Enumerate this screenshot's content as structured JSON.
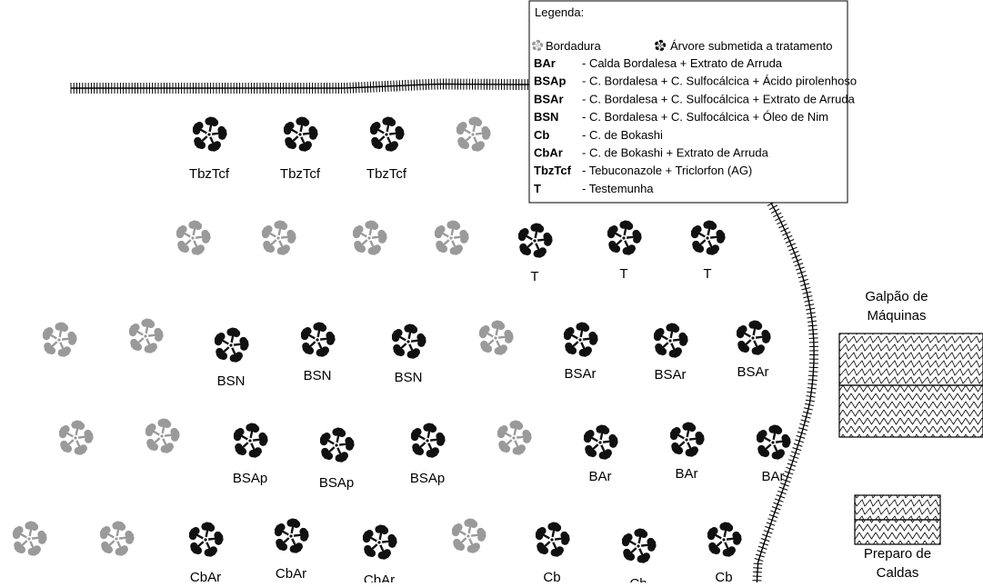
{
  "colors": {
    "treated_tree": "#111111",
    "border_tree": "#9a9a9a",
    "line": "#000000"
  },
  "legend": {
    "title": "Legenda:",
    "border_label": "Bordadura",
    "treated_label": "Árvore submetida a tratamento",
    "entries": [
      {
        "code": "BAr",
        "desc": "- Calda Bordalesa + Extrato de Arruda"
      },
      {
        "code": "BSAp",
        "desc": "- C. Bordalesa + C. Sulfocálcica + Ácido pirolenhoso"
      },
      {
        "code": "BSAr",
        "desc": "- C. Bordalesa + C. Sulfocálcica + Extrato de Arruda"
      },
      {
        "code": "BSN",
        "desc": "- C. Bordalesa + C. Sulfocálcica + Óleo de Nim"
      },
      {
        "code": "Cb",
        "desc": "- C. de Bokashi"
      },
      {
        "code": "CbAr",
        "desc": "- C. de Bokashi + Extrato de Arruda"
      },
      {
        "code": "TbzTcf",
        "desc": "- Tebuconazole + Triclorfon (AG)"
      },
      {
        "code": "T",
        "desc": "- Testemunha"
      }
    ]
  },
  "buildings": {
    "machinery_shed": {
      "line1": "Galpão de",
      "line2": "Máquinas"
    },
    "spray_prep": {
      "line1": "Preparo de",
      "line2": "Caldas"
    }
  },
  "trees": [
    {
      "kind": "treated",
      "label": "TbzTcf"
    },
    {
      "kind": "treated",
      "label": "TbzTcf"
    },
    {
      "kind": "treated",
      "label": "TbzTcf"
    },
    {
      "kind": "border",
      "label": ""
    },
    {
      "kind": "border",
      "label": ""
    },
    {
      "kind": "border",
      "label": ""
    },
    {
      "kind": "border",
      "label": ""
    },
    {
      "kind": "border",
      "label": ""
    },
    {
      "kind": "treated",
      "label": "T"
    },
    {
      "kind": "treated",
      "label": "T"
    },
    {
      "kind": "treated",
      "label": "T"
    },
    {
      "kind": "border",
      "label": ""
    },
    {
      "kind": "border",
      "label": ""
    },
    {
      "kind": "treated",
      "label": "BSN"
    },
    {
      "kind": "treated",
      "label": "BSN"
    },
    {
      "kind": "treated",
      "label": "BSN"
    },
    {
      "kind": "border",
      "label": ""
    },
    {
      "kind": "treated",
      "label": "BSAr"
    },
    {
      "kind": "treated",
      "label": "BSAr"
    },
    {
      "kind": "treated",
      "label": "BSAr"
    },
    {
      "kind": "border",
      "label": ""
    },
    {
      "kind": "border",
      "label": ""
    },
    {
      "kind": "treated",
      "label": "BSAp"
    },
    {
      "kind": "treated",
      "label": "BSAp"
    },
    {
      "kind": "treated",
      "label": "BSAp"
    },
    {
      "kind": "border",
      "label": ""
    },
    {
      "kind": "treated",
      "label": "BAr"
    },
    {
      "kind": "treated",
      "label": "BAr"
    },
    {
      "kind": "treated",
      "label": "BAr"
    },
    {
      "kind": "border",
      "label": ""
    },
    {
      "kind": "border",
      "label": ""
    },
    {
      "kind": "treated",
      "label": "CbAr"
    },
    {
      "kind": "treated",
      "label": "CbAr"
    },
    {
      "kind": "treated",
      "label": "CbAr"
    },
    {
      "kind": "border",
      "label": ""
    },
    {
      "kind": "treated",
      "label": "Cb"
    },
    {
      "kind": "treated",
      "label": "Cb"
    },
    {
      "kind": "treated",
      "label": "Cb"
    }
  ]
}
